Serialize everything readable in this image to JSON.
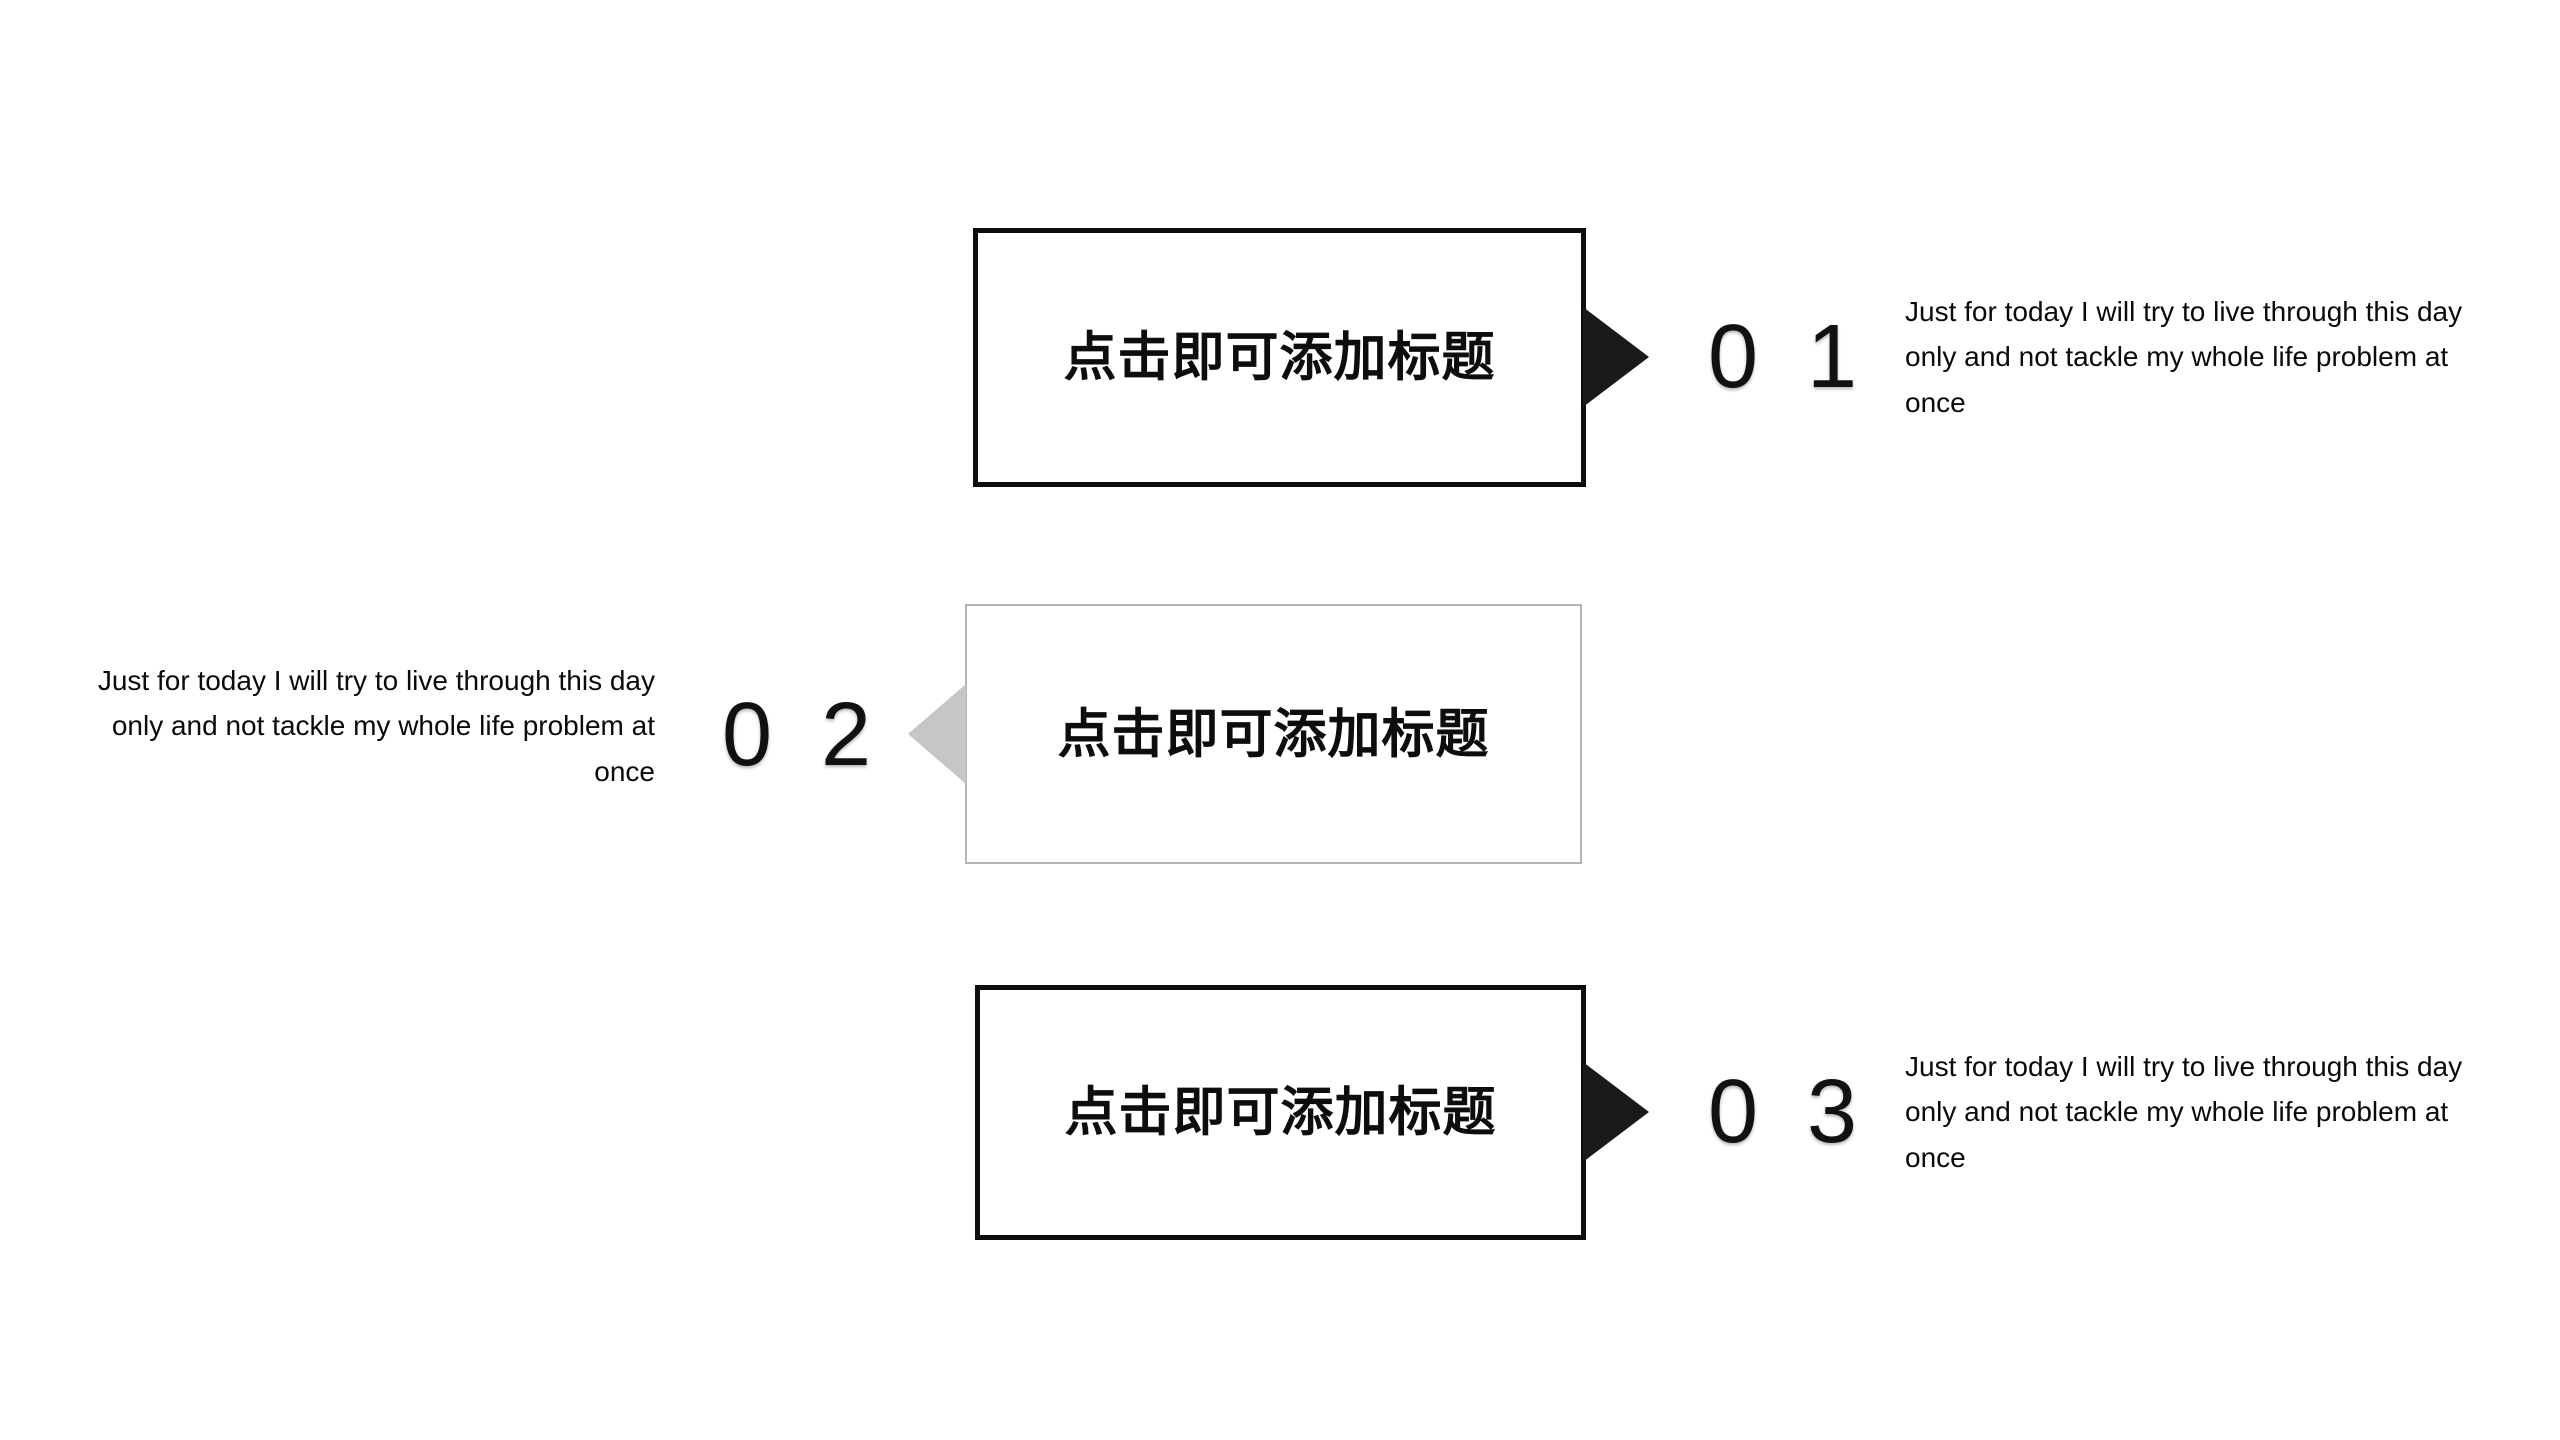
{
  "slide": {
    "background_color": "#ffffff",
    "accent_dark": "#1a1a1a",
    "accent_grey": "#c6c6c6",
    "border_grey": "#b3b3b3"
  },
  "rows": [
    {
      "number": "0 1",
      "title": "点击即可添加标题",
      "body": "Just for today I will try to live through this day only and not tackle my whole life problem at once",
      "box_style": "dark",
      "arrow": "right-dark",
      "text_side": "right"
    },
    {
      "number": "0 2",
      "title": "点击即可添加标题",
      "body": "Just for today I will try to live through this day only and not tackle my whole life problem at once",
      "box_style": "light",
      "arrow": "left-grey",
      "text_side": "left"
    },
    {
      "number": "0 3",
      "title": "点击即可添加标题",
      "body": "Just for today I will try to live through this day only and not tackle my whole life problem at once",
      "box_style": "dark",
      "arrow": "right-dark",
      "text_side": "right"
    }
  ]
}
